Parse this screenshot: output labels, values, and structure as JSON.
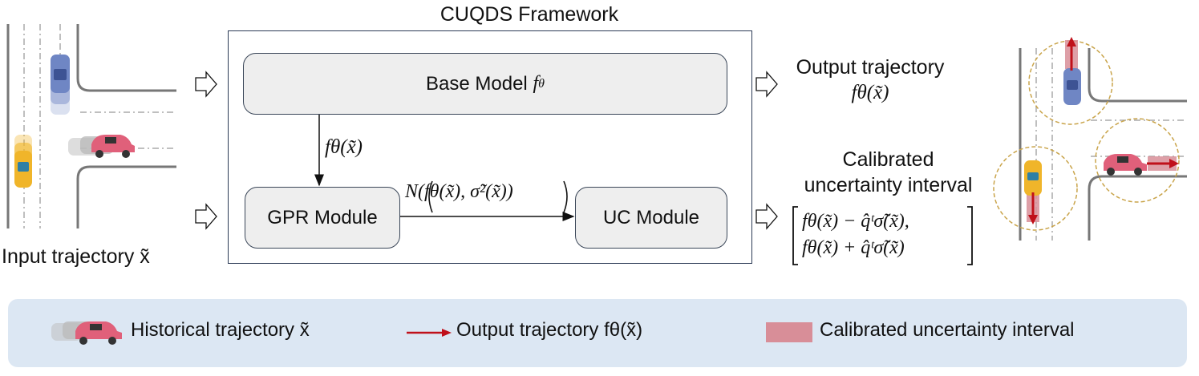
{
  "framework": {
    "title": "CUQDS Framework"
  },
  "modules": {
    "base_prefix": "Base Model ",
    "base_math": "f",
    "base_sub": "θ",
    "gpr": "GPR Module",
    "uc": "UC Module"
  },
  "edges": {
    "base_to_gpr": "fθ(x̃)",
    "gpr_to_uc": "N(fθ(x̃), σ̃²(x̃))"
  },
  "input": {
    "label": "Input trajectory x̃"
  },
  "output": {
    "line1": "Output trajectory",
    "line2": "fθ(x̃)"
  },
  "calibrated": {
    "line1": "Calibrated",
    "line2": "uncertainty interval",
    "formula_top": "fθ(x̃) − q̂ᵗσ̃(x̃),",
    "formula_bottom": "fθ(x̃) + q̂ᵗσ̃(x̃)"
  },
  "legend": {
    "historical": "Historical trajectory x̃",
    "output": "Output trajectory fθ(x̃)",
    "interval": "Calibrated uncertainty interval"
  },
  "colors": {
    "arrow_red": "#c0101a",
    "interval_pink": "#d88e98",
    "legend_bg": "#dce7f3",
    "module_fill": "#eeeeee",
    "car_pink": "#e0607a",
    "car_blue": "#6f86c4",
    "car_yellow": "#f0b52a",
    "circle_gold": "#c9a44a"
  }
}
